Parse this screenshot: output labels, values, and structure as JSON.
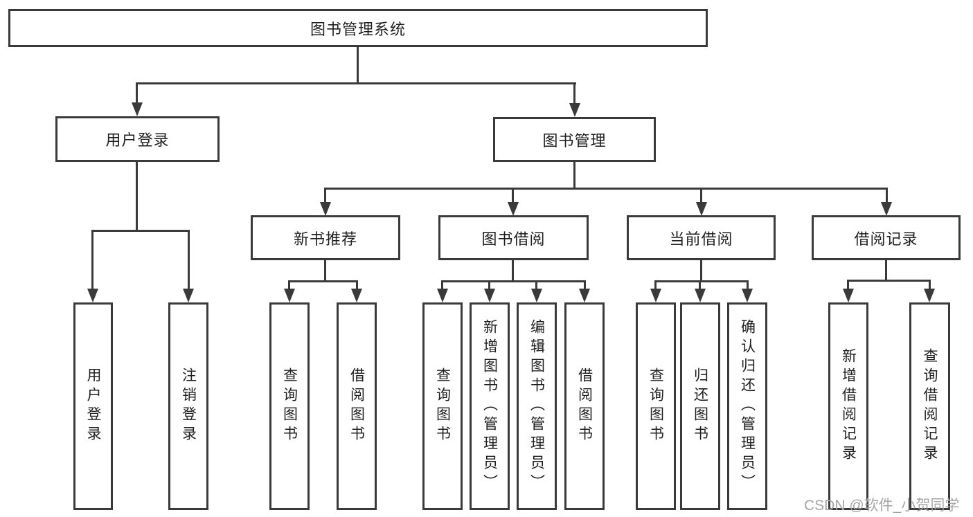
{
  "diagram_title": "图书管理系统",
  "nodes": {
    "root": "图书管理系统",
    "user_login": "用户登录",
    "book_mgmt": "图书管理",
    "new_book_rec": "新书推荐",
    "book_borrow": "图书借阅",
    "current_borrow": "当前借阅",
    "borrow_records": "借阅记录",
    "login": "用户登录",
    "logout": "注销登录",
    "rec_query_book": "查询图书",
    "rec_borrow_book": "借阅图书",
    "bb_query_book": "查询图书",
    "bb_add_book": "新增图书（管理员）",
    "bb_edit_book": "编辑图书（管理员）",
    "bb_borrow_book": "借阅图书",
    "cb_query_book": "查询图书",
    "cb_return_book": "归还图书",
    "cb_confirm_return": "确认归还（管理员）",
    "br_add_record": "新增借阅记录",
    "br_query_record": "查询借阅记录"
  },
  "watermark": "CSDN @软件_小贺同学",
  "colors": {
    "line": "#3a3a3a",
    "box_background": "#ffffff",
    "text": "#1f1f1f",
    "watermark": "#a6a6a6"
  }
}
